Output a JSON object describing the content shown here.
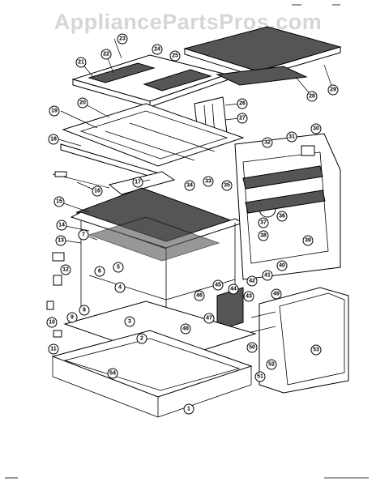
{
  "watermark": "AppliancePartsPros.com",
  "callouts": [
    "1",
    "2",
    "3",
    "4",
    "5",
    "6",
    "7",
    "8",
    "9",
    "10",
    "11",
    "12",
    "13",
    "14",
    "15",
    "16",
    "17",
    "18",
    "19",
    "20",
    "21",
    "22",
    "23",
    "24",
    "25",
    "26",
    "27",
    "28",
    "29",
    "30",
    "31",
    "32",
    "33",
    "34",
    "35",
    "36",
    "37",
    "38",
    "39",
    "40",
    "41",
    "42",
    "43",
    "44",
    "45",
    "46",
    "47",
    "48",
    "49",
    "50",
    "51",
    "52",
    "53",
    "54"
  ]
}
